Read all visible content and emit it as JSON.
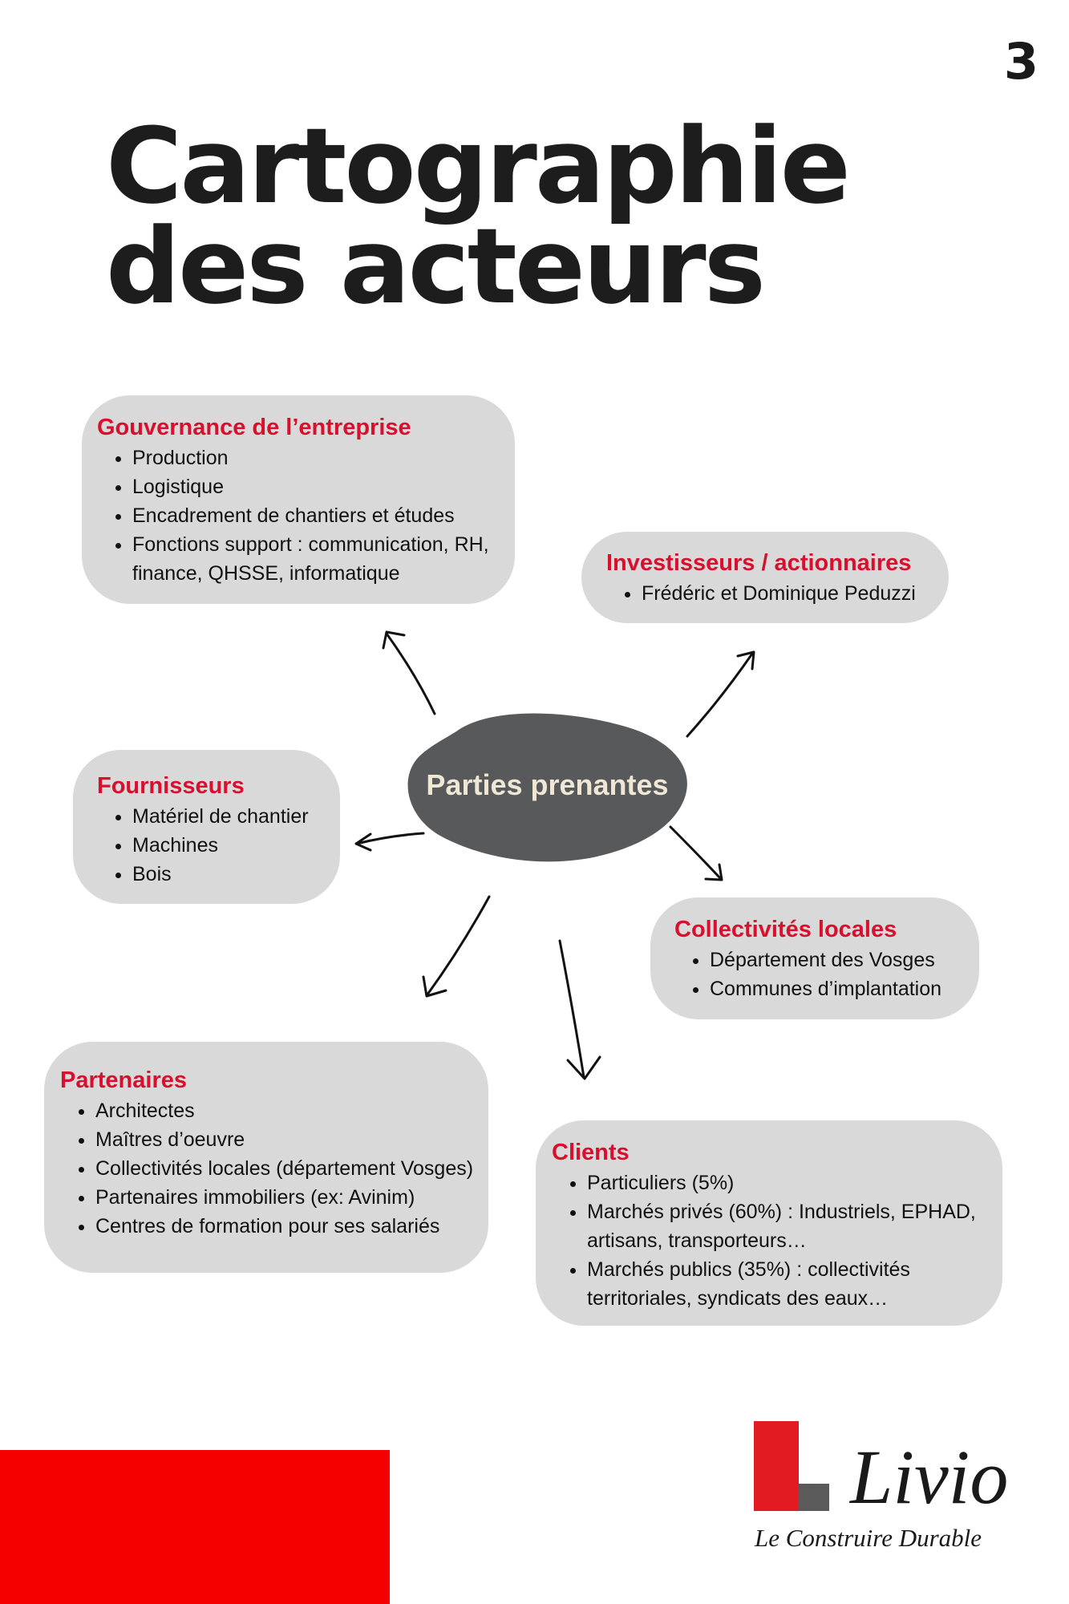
{
  "page_number": "3",
  "title": {
    "line1": "Cartographie",
    "line2": "des acteurs"
  },
  "center": {
    "label": "Parties prenantes"
  },
  "groups": {
    "gouvernance": {
      "title": "Gouvernance de l’entreprise",
      "items": [
        "Production",
        "Logistique",
        "Encadrement de chantiers et études",
        "Fonctions support : communication, RH, finance, QHSSE, informatique"
      ]
    },
    "investisseurs": {
      "title": "Investisseurs / actionnaires",
      "items": [
        "Frédéric et Dominique Peduzzi"
      ]
    },
    "fournisseurs": {
      "title": "Fournisseurs",
      "items": [
        "Matériel de chantier",
        "Machines",
        "Bois"
      ]
    },
    "collectivites": {
      "title": "Collectivités locales",
      "items": [
        "Département des Vosges",
        "Communes d’implantation"
      ]
    },
    "partenaires": {
      "title": "Partenaires",
      "items": [
        "Architectes",
        "Maîtres d’oeuvre",
        "Collectivités locales (département Vosges)",
        "Partenaires immobiliers (ex: Avinim)",
        "Centres de formation pour ses salariés"
      ]
    },
    "clients": {
      "title": "Clients",
      "items": [
        "Particuliers (5%)",
        "Marchés privés (60%) : Industriels, EPHAD, artisans, transporteurs…",
        "Marchés publics (35%) : collectivités territoriales, syndicats des eaux…"
      ]
    }
  },
  "logo": {
    "name": "Livio",
    "tagline": "Le Construire Durable"
  },
  "colors": {
    "accent_red": "#d8102e",
    "bubble_grey": "#d9d9d9",
    "center_fill": "#58595b",
    "block_red": "#f40000",
    "logo_grey": "#5a5a5a"
  }
}
